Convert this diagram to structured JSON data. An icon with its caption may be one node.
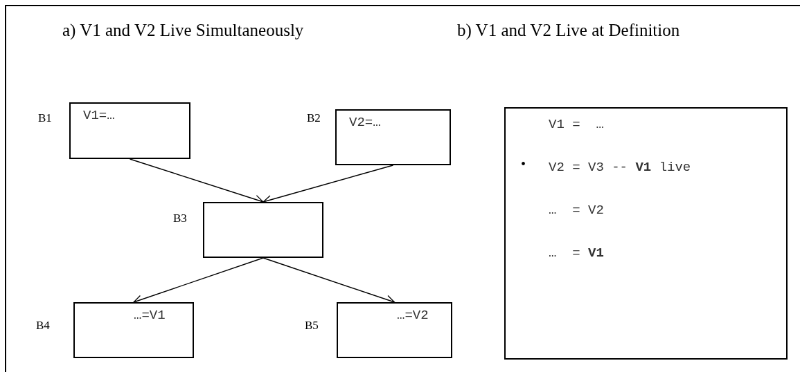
{
  "diagram": {
    "nodes": [
      {
        "text": [
          "V1=…"
        ],
        "beside": [
          "B1"
        ]
      },
      {
        "text": [
          "V2=…"
        ],
        "beside": [
          "B2"
        ]
      },
      {
        "text": [],
        "shape": "box",
        "beside": [
          "B3"
        ]
      },
      {
        "text": [
          "…=V1"
        ],
        "beside": [
          "B4"
        ]
      },
      {
        "text": [
          "…=V2"
        ],
        "beside": [
          "B5"
        ]
      },
      {
        "text": [
          "V1 =  …",
          "V2 = V3 -- **V1** live",
          "…  = V2",
          "…  = **V1**"
        ]
      }
    ],
    "edges": [
      {
        "from": 0,
        "to": 2,
        "arrow": "to"
      },
      {
        "from": 1,
        "to": 2,
        "arrow": "to"
      },
      {
        "from": 2,
        "to": 3,
        "arrow": "to"
      },
      {
        "from": 2,
        "to": 4,
        "arrow": "to"
      }
    ],
    "labels": [
      "a) V1 and V2 Live Simultaneously",
      "b) V1 and V2 Live at Definition",
      "•"
    ]
  }
}
